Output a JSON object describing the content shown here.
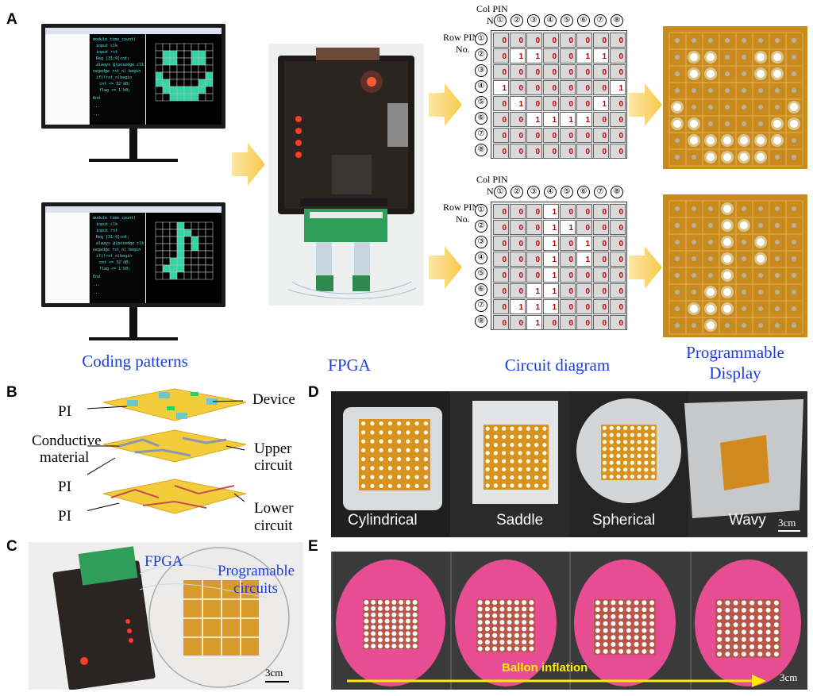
{
  "panels": {
    "A": {
      "label": "A",
      "captions": [
        "Coding patterns",
        "FPGA",
        "Circuit diagram",
        "Programmable",
        "Display"
      ],
      "circuit_top": {
        "col_pin_label": "Col PIN",
        "col_no": "No.",
        "row_pin_label": "Row PIN",
        "row_no": "No.",
        "pins": [
          "①",
          "②",
          "③",
          "④",
          "⑤",
          "⑥",
          "⑦",
          "⑧"
        ],
        "rows": [
          [
            "0",
            "0",
            "0",
            "0",
            "0",
            "0",
            "0",
            "0"
          ],
          [
            "0",
            "1",
            "1",
            "0",
            "0",
            "1",
            "1",
            "0"
          ],
          [
            "0",
            "0",
            "0",
            "0",
            "0",
            "0",
            "0",
            "0"
          ],
          [
            "1",
            "0",
            "0",
            "0",
            "0",
            "0",
            "0",
            "1"
          ],
          [
            "0",
            "1",
            "0",
            "0",
            "0",
            "0",
            "1",
            "0"
          ],
          [
            "0",
            "0",
            "1",
            "1",
            "1",
            "1",
            "0",
            "0"
          ],
          [
            "0",
            "0",
            "0",
            "0",
            "0",
            "0",
            "0",
            "0"
          ],
          [
            "0",
            "0",
            "0",
            "0",
            "0",
            "0",
            "0",
            "0"
          ]
        ]
      },
      "circuit_bottom": {
        "col_pin_label": "Col PIN",
        "col_no": "No.",
        "row_pin_label": "Row PIN",
        "row_no": "No.",
        "pins": [
          "①",
          "②",
          "③",
          "④",
          "⑤",
          "⑥",
          "⑦",
          "⑧"
        ],
        "rows": [
          [
            "0",
            "0",
            "0",
            "1",
            "0",
            "0",
            "0",
            "0"
          ],
          [
            "0",
            "0",
            "0",
            "1",
            "1",
            "0",
            "0",
            "0"
          ],
          [
            "0",
            "0",
            "0",
            "1",
            "0",
            "1",
            "0",
            "0"
          ],
          [
            "0",
            "0",
            "0",
            "1",
            "0",
            "1",
            "0",
            "0"
          ],
          [
            "0",
            "0",
            "0",
            "1",
            "0",
            "0",
            "0",
            "0"
          ],
          [
            "0",
            "0",
            "1",
            "1",
            "0",
            "0",
            "0",
            "0"
          ],
          [
            "0",
            "1",
            "1",
            "1",
            "0",
            "0",
            "0",
            "0"
          ],
          [
            "0",
            "0",
            "1",
            "0",
            "0",
            "0",
            "0",
            "0"
          ]
        ]
      },
      "code_top": [
        "module time_count(",
        "input clk",
        "input rst",
        "Reg [31:0]cnt;",
        "always @(posedge clk or",
        "negedge rst_n) begin",
        "if(!rst_n)begin",
        "cnt <= 32'd0;",
        "flag <= 1'b0;",
        "End",
        "...",
        "..."
      ],
      "code_bottom": [
        "module time_count(",
        "input clk",
        "input rst",
        "Reg [31:0]cnt;",
        "always @(posedge clk or",
        "negedge rst_n) begin",
        "if(!rst_n)begin",
        "cnt <= 32'd0;",
        "flag <= 1'b0;",
        "End",
        "...",
        "..."
      ]
    },
    "B": {
      "label": "B",
      "labels": {
        "pi1": "PI",
        "device": "Device",
        "conductive": "Conductive",
        "material": "material",
        "upper1": "Upper",
        "upper2": "circuit",
        "pi2": "PI",
        "lower1": "Lower",
        "lower2": "circuit",
        "pi3": "PI"
      }
    },
    "C": {
      "label": "C",
      "fpga": "FPGA",
      "prog1": "Programable",
      "prog2": "circuits",
      "scale": "3cm"
    },
    "D": {
      "label": "D",
      "shapes": [
        "Cylindrical",
        "Saddle",
        "Spherical",
        "Wavy"
      ],
      "scale": "3cm"
    },
    "E": {
      "label": "E",
      "arrow_text": "Ballon inflation",
      "scale": "3cm"
    }
  },
  "colors": {
    "caption_blue": "#1a3fd8",
    "arrow_yellow": "#f8c94a",
    "pi_yellow": "#f2cc3a",
    "led_green": "#2fd6a4",
    "balloon_pink": "#e64d93",
    "circuit_red": "#c00000"
  }
}
